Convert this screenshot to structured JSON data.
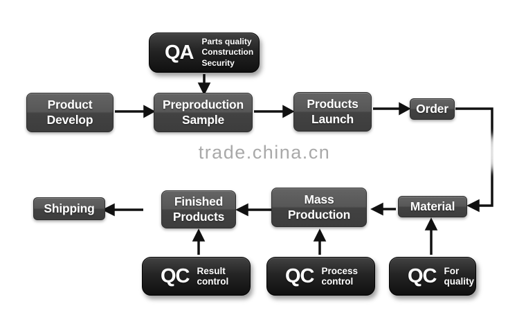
{
  "watermark": {
    "text": "trade.china.cn"
  },
  "nodes": {
    "qa": {
      "abbr": "QA",
      "details": "Parts quality\nConstruction\nSecurity"
    },
    "product_develop": {
      "label": "Product\nDevelop"
    },
    "preproduction_sample": {
      "label": "Preproduction\nSample"
    },
    "products_launch": {
      "label": "Products\nLaunch"
    },
    "order": {
      "label": "Order"
    },
    "shipping": {
      "label": "Shipping"
    },
    "finished_products": {
      "label": "Finished\nProducts"
    },
    "mass_production": {
      "label": "Mass\nProduction"
    },
    "material": {
      "label": "Material"
    },
    "qc_result": {
      "abbr": "QC",
      "label": "Result control"
    },
    "qc_process": {
      "abbr": "QC",
      "label": "Process control"
    },
    "qc_quality": {
      "abbr": "QC",
      "label": "For quality"
    }
  },
  "edges": [
    {
      "from": "qa",
      "to": "preproduction_sample"
    },
    {
      "from": "product_develop",
      "to": "preproduction_sample"
    },
    {
      "from": "preproduction_sample",
      "to": "products_launch"
    },
    {
      "from": "products_launch",
      "to": "order"
    },
    {
      "from": "order",
      "to": "material"
    },
    {
      "from": "material",
      "to": "mass_production"
    },
    {
      "from": "mass_production",
      "to": "finished_products"
    },
    {
      "from": "finished_products",
      "to": "shipping"
    },
    {
      "from": "qc_result",
      "to": "finished_products"
    },
    {
      "from": "qc_process",
      "to": "mass_production"
    },
    {
      "from": "qc_quality",
      "to": "material"
    }
  ],
  "colors": {
    "background": "#ffffff",
    "node_gray": "#4f4f4f",
    "node_dark": "#1c1c1c",
    "arrow": "#111111",
    "watermark": "#a9a9a9",
    "text": "#ffffff"
  }
}
